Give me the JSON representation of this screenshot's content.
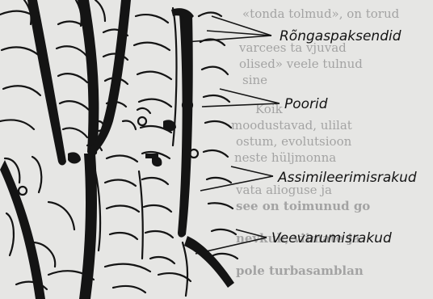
{
  "labels": {
    "ring_fibers": "Rõngaspaksendid",
    "pores": "Poorid",
    "assimilation_cells": "Assimileerimisrakud",
    "water_storage_cells": "Veevarumisrakud"
  },
  "background_text_lines": [
    "«tonda tolmud», on torud",
    "varcees ta vjuvad",
    "olised» veele tulnud",
    "sine",
    "Koik",
    "moodustavad, ulilat",
    "ostum, evolutsioon",
    "neste hüljmonna",
    "vata alioguse ja",
    "see on toimunud go",
    "nevkuk, viimate ja",
    "pole turbasamblan"
  ],
  "colors": {
    "ink": "#141414",
    "paper": "#e6e6e4",
    "show_through": "#6e6e6e"
  }
}
